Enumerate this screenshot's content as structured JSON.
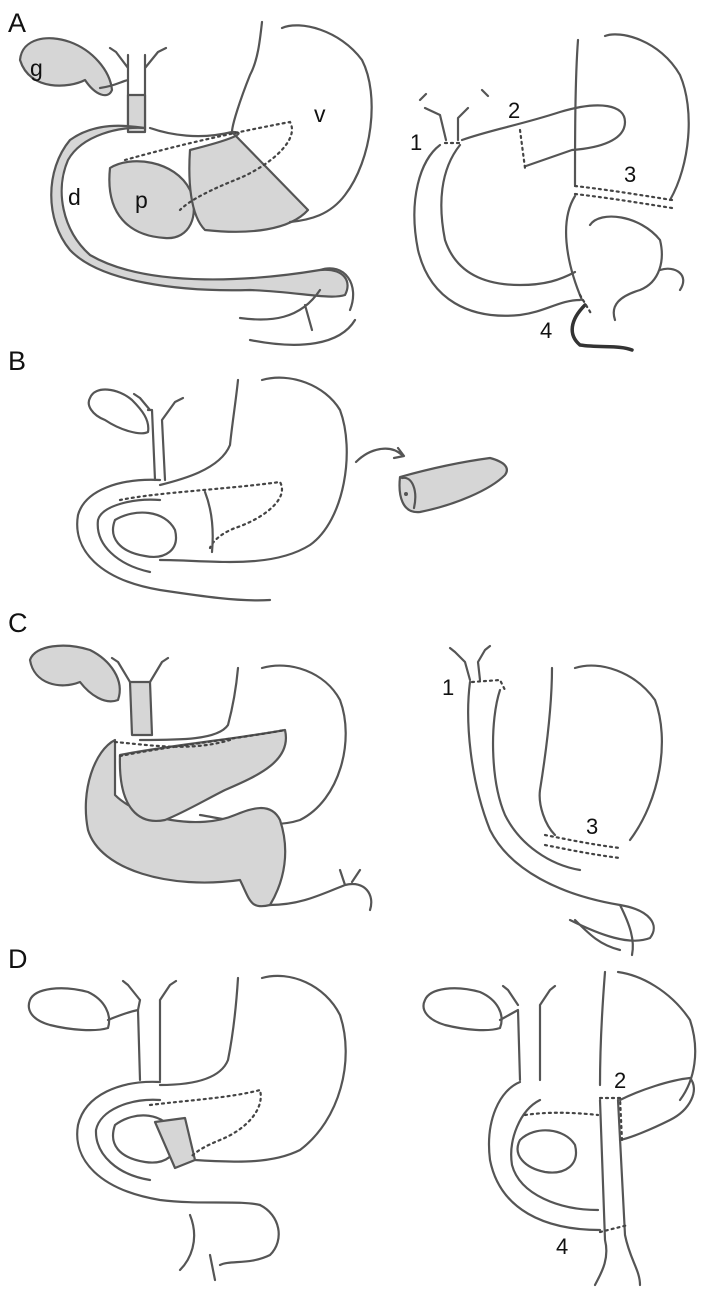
{
  "panels": [
    {
      "id": "A",
      "label": "A",
      "organs": {
        "gallbladder": "g",
        "duodenum": "d",
        "pancreas": "p",
        "stomach": "v"
      },
      "anastomoses": [
        "1",
        "2",
        "3",
        "4"
      ]
    },
    {
      "id": "B",
      "label": "B"
    },
    {
      "id": "C",
      "label": "C",
      "anastomoses": [
        "1",
        "3"
      ]
    },
    {
      "id": "D",
      "label": "D",
      "anastomoses": [
        "2",
        "4"
      ]
    }
  ],
  "colors": {
    "resected_shade": "#d6d6d6",
    "line": "#555555",
    "background": "#ffffff"
  }
}
